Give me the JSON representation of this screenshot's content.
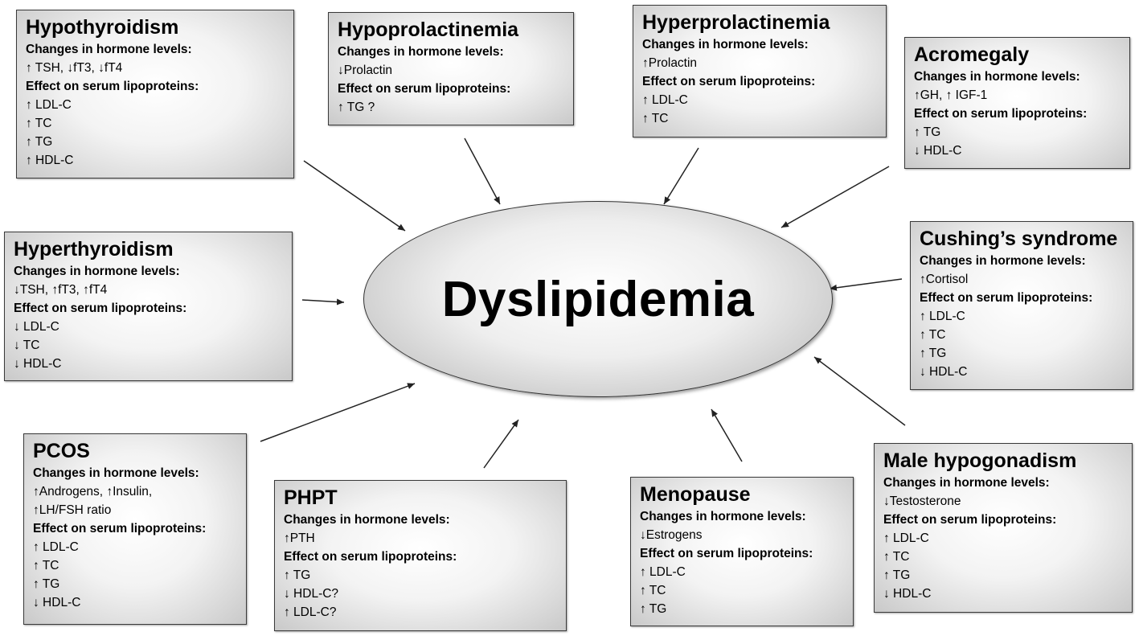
{
  "center": {
    "label": "Dyslipidemia"
  },
  "arrow_color": "#222222",
  "boxes": [
    {
      "id": "hypothyroidism",
      "title": "Hypothyroidism",
      "lines": [
        {
          "t": "Changes in hormone levels:",
          "h": true
        },
        {
          "t": "↑ TSH, ↓fT3, ↓fT4"
        },
        {
          "t": "Effect on serum lipoproteins:",
          "h": true
        },
        {
          "t": "↑ LDL-C"
        },
        {
          "t": "↑ TC"
        },
        {
          "t": "↑ TG"
        },
        {
          "t": "↑ HDL-C"
        }
      ]
    },
    {
      "id": "hypoprolactinemia",
      "title": "Hypoprolactinemia",
      "lines": [
        {
          "t": "Changes in hormone levels:",
          "h": true
        },
        {
          "t": "↓Prolactin"
        },
        {
          "t": "Effect on serum lipoproteins:",
          "h": true
        },
        {
          "t": "↑ TG ?"
        }
      ]
    },
    {
      "id": "hyperprolactinemia",
      "title": "Hyperprolactinemia",
      "lines": [
        {
          "t": "Changes in hormone levels:",
          "h": true
        },
        {
          "t": "↑Prolactin"
        },
        {
          "t": "Effect on serum lipoproteins:",
          "h": true
        },
        {
          "t": "↑ LDL-C"
        },
        {
          "t": "↑ TC"
        }
      ]
    },
    {
      "id": "acromegaly",
      "title": "Acromegaly",
      "lines": [
        {
          "t": "Changes in hormone levels:",
          "h": true
        },
        {
          "t": "↑GH, ↑ IGF-1"
        },
        {
          "t": "Effect on serum lipoproteins:",
          "h": true
        },
        {
          "t": "↑ TG"
        },
        {
          "t": "↓ HDL-C"
        }
      ]
    },
    {
      "id": "hyperthyroidism",
      "title": "Hyperthyroidism",
      "lines": [
        {
          "t": "Changes in hormone levels:",
          "h": true
        },
        {
          "t": "↓TSH, ↑fT3, ↑fT4"
        },
        {
          "t": "Effect on serum lipoproteins:",
          "h": true
        },
        {
          "t": "↓ LDL-C"
        },
        {
          "t": "↓ TC"
        },
        {
          "t": "↓ HDL-C"
        }
      ]
    },
    {
      "id": "cushings-syndrome",
      "title": "Cushing’s syndrome",
      "lines": [
        {
          "t": "Changes in hormone levels:",
          "h": true
        },
        {
          "t": "↑Cortisol"
        },
        {
          "t": "Effect on serum lipoproteins:",
          "h": true
        },
        {
          "t": "↑ LDL-C"
        },
        {
          "t": "↑ TC"
        },
        {
          "t": "↑ TG"
        },
        {
          "t": "↓ HDL-C"
        }
      ]
    },
    {
      "id": "pcos",
      "title": "PCOS",
      "lines": [
        {
          "t": "Changes in hormone levels:",
          "h": true
        },
        {
          "t": "↑Androgens, ↑Insulin,"
        },
        {
          "t": "↑LH/FSH ratio"
        },
        {
          "t": "Effect on serum lipoproteins:",
          "h": true
        },
        {
          "t": "↑ LDL-C"
        },
        {
          "t": "↑ TC"
        },
        {
          "t": "↑ TG"
        },
        {
          "t": "↓ HDL-C"
        }
      ]
    },
    {
      "id": "phpt",
      "title": "PHPT",
      "lines": [
        {
          "t": "Changes in hormone levels:",
          "h": true
        },
        {
          "t": "↑PTH"
        },
        {
          "t": "Effect on serum lipoproteins:",
          "h": true
        },
        {
          "t": "↑ TG"
        },
        {
          "t": "↓ HDL-C?"
        },
        {
          "t": "↑ LDL-C?"
        }
      ]
    },
    {
      "id": "menopause",
      "title": "Menopause",
      "lines": [
        {
          "t": "Changes in hormone levels:",
          "h": true
        },
        {
          "t": "↓Estrogens"
        },
        {
          "t": "Effect on serum lipoproteins:",
          "h": true
        },
        {
          "t": "↑ LDL-C"
        },
        {
          "t": "↑ TC"
        },
        {
          "t": "↑ TG"
        }
      ]
    },
    {
      "id": "male-hypogonadism",
      "title": "Male hypogonadism",
      "lines": [
        {
          "t": "Changes in hormone levels:",
          "h": true
        },
        {
          "t": "↓Testosterone"
        },
        {
          "t": "Effect on serum lipoproteins:",
          "h": true
        },
        {
          "t": "↑ LDL-C"
        },
        {
          "t": "↑ TC"
        },
        {
          "t": "↑ TG"
        },
        {
          "t": "↓ HDL-C"
        }
      ]
    }
  ]
}
